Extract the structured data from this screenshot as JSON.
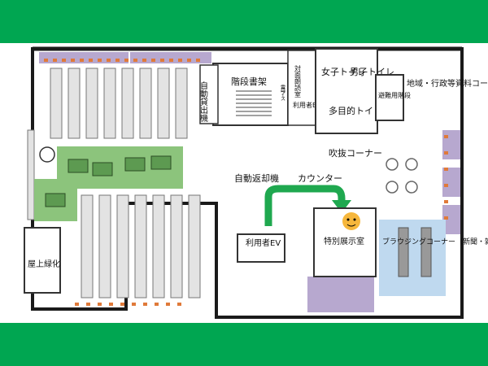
{
  "colors": {
    "band": "#00a651",
    "wall": "#1a1a1a",
    "shelf": "#e3e3e3",
    "shelf_stroke": "#777777",
    "seat": "#e07a3a",
    "purple": "#b7a8cf",
    "green_zone": "#8cc47c",
    "blue_zone": "#bfd9ef",
    "arrow": "#1fa84f",
    "mascot": "#f6b73c"
  },
  "labels": {
    "auto_lending": "自動貸出機",
    "stair_shelf": "階段書架",
    "reading_room": "対面朗読室",
    "phone_booth": "電話ブース",
    "staff_ev": "利用者EV",
    "women_toilet": "女子トイレ",
    "men_toilet": "男子トイレ",
    "multi_toilet": "多目的トイレ",
    "evacuation_stairs": "避難用階段",
    "local_admin": "地域・行政等資料コーナー",
    "atrium": "吹抜コーナー",
    "auto_return": "自動返却機",
    "counter": "カウンター",
    "user_ev": "利用者EV",
    "special_exhibit": "特別展示室",
    "browsing": "ブラウジングコーナー（新聞・雑誌等）",
    "rooftop": "屋上緑化"
  },
  "icons": [
    "arrow-icon",
    "mascot-icon",
    "stairs-icon"
  ]
}
